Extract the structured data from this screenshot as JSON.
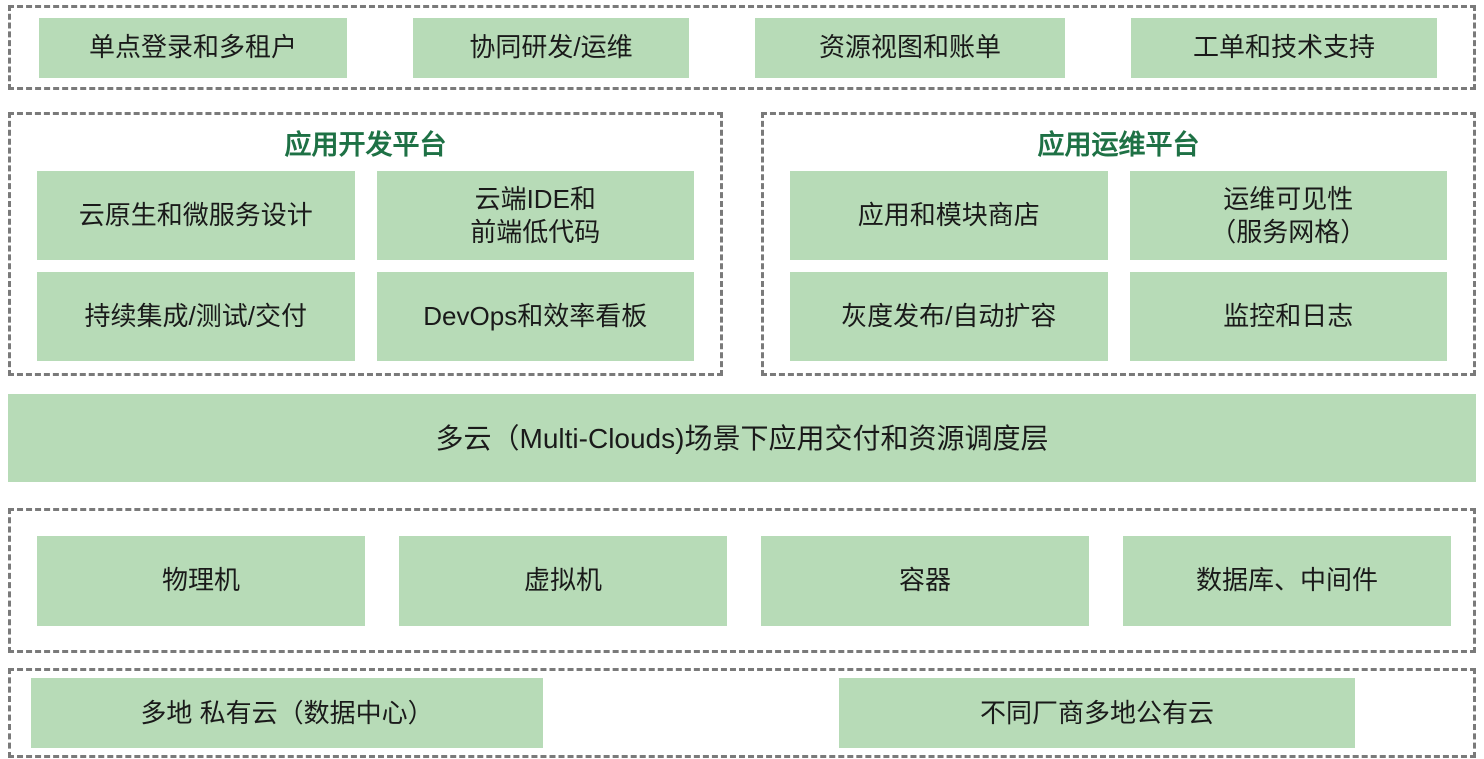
{
  "top_row": {
    "items": [
      "单点登录和多租户",
      "协同研发/运维",
      "资源视图和账单",
      "工单和技术支持"
    ]
  },
  "dev_platform": {
    "title": "应用开发平台",
    "items": [
      "云原生和微服务设计",
      "云端IDE和\n前端低代码",
      "持续集成/测试/交付",
      "DevOps和效率看板"
    ]
  },
  "ops_platform": {
    "title": "应用运维平台",
    "items": [
      "应用和模块商店",
      "运维可见性\n（服务网格）",
      "灰度发布/自动扩容",
      "监控和日志"
    ]
  },
  "scheduling_layer": {
    "label": "多云（Multi-Clouds)场景下应用交付和资源调度层"
  },
  "resource_row": {
    "items": [
      "物理机",
      "虚拟机",
      "容器",
      "数据库、中间件"
    ]
  },
  "cloud_row": {
    "items": [
      "多地 私有云（数据中心）",
      "不同厂商多地公有云"
    ]
  },
  "colors": {
    "box_fill": "#b7dbb7",
    "platform_title": "#1e7145",
    "dashed_border": "#7a7a7a",
    "text": "#1a1a1a"
  }
}
